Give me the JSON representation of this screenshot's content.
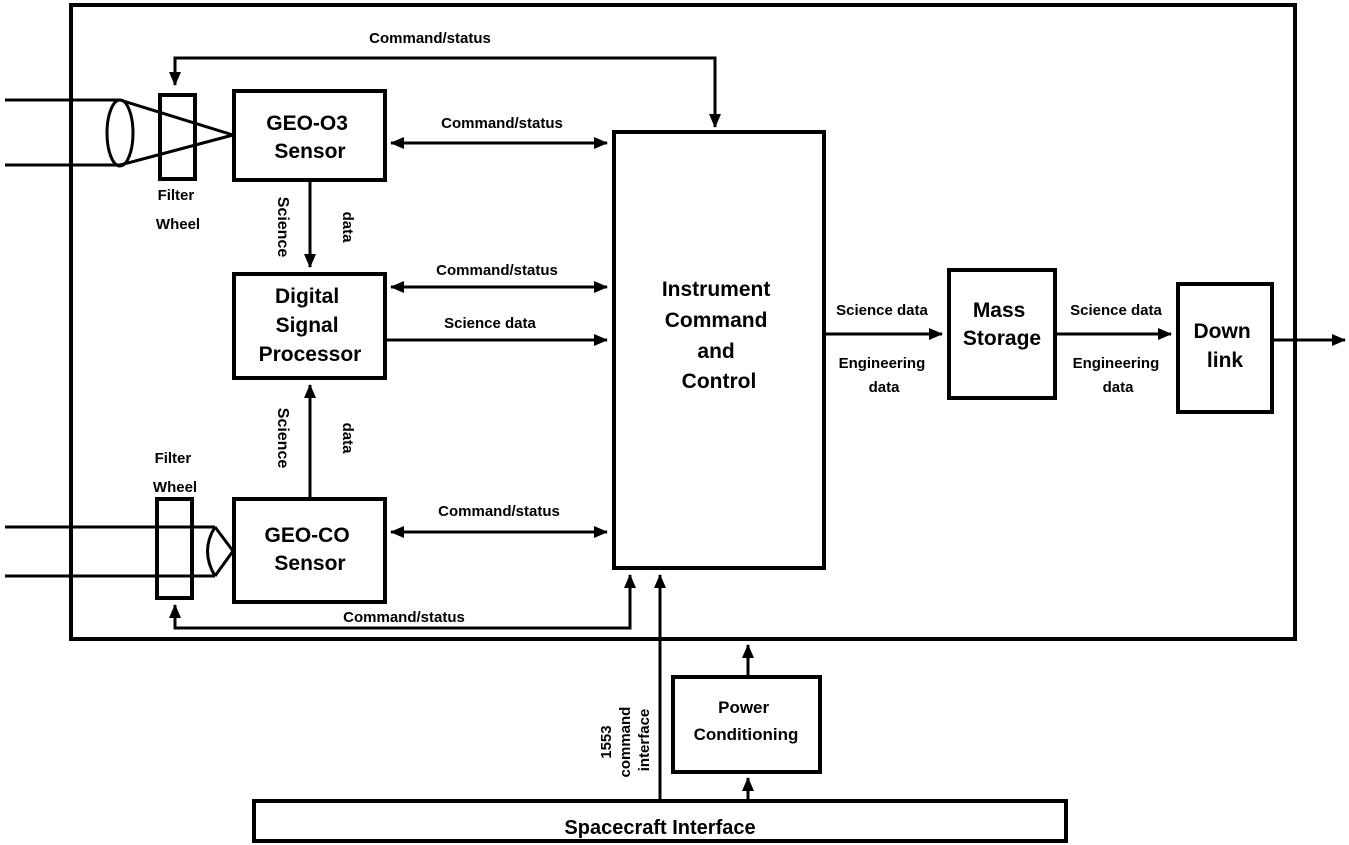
{
  "blocks": {
    "geo_o3": [
      "GEO-O3",
      "Sensor"
    ],
    "dsp": [
      "Digital",
      "Signal",
      "Processor"
    ],
    "geo_co": [
      "GEO-CO",
      "Sensor"
    ],
    "icc": [
      "Instrument",
      "Command",
      "and",
      "Control"
    ],
    "mass_storage": [
      "Mass",
      "Storage"
    ],
    "downlink": [
      "Down",
      "link"
    ],
    "power": [
      "Power",
      "Conditioning"
    ],
    "spacecraft": "Spacecraft Interface"
  },
  "labels": {
    "cmd_status": "Command/status",
    "science_data": "Science data",
    "engineering": [
      "Engineering",
      "data"
    ],
    "filter_wheel": [
      "Filter",
      "Wheel"
    ],
    "vertical_science": [
      "Science",
      "data"
    ],
    "interface_1553": [
      "1553",
      "command",
      "interface"
    ]
  }
}
